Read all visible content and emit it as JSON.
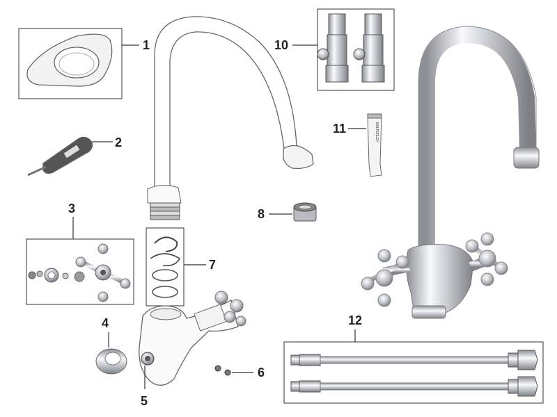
{
  "colors": {
    "outline": "#666666",
    "chrome_dark": "#9a9ea2",
    "chrome_light": "#f4f6f8",
    "label_text": "#222222"
  },
  "callouts": {
    "c1": "1",
    "c2": "2",
    "c3": "3",
    "c4": "4",
    "c5": "5",
    "c6": "6",
    "c7": "7",
    "c8": "8",
    "c10": "10",
    "c11": "11",
    "c12": "12"
  },
  "parts": {
    "tube_print": "BALTERLEY"
  }
}
